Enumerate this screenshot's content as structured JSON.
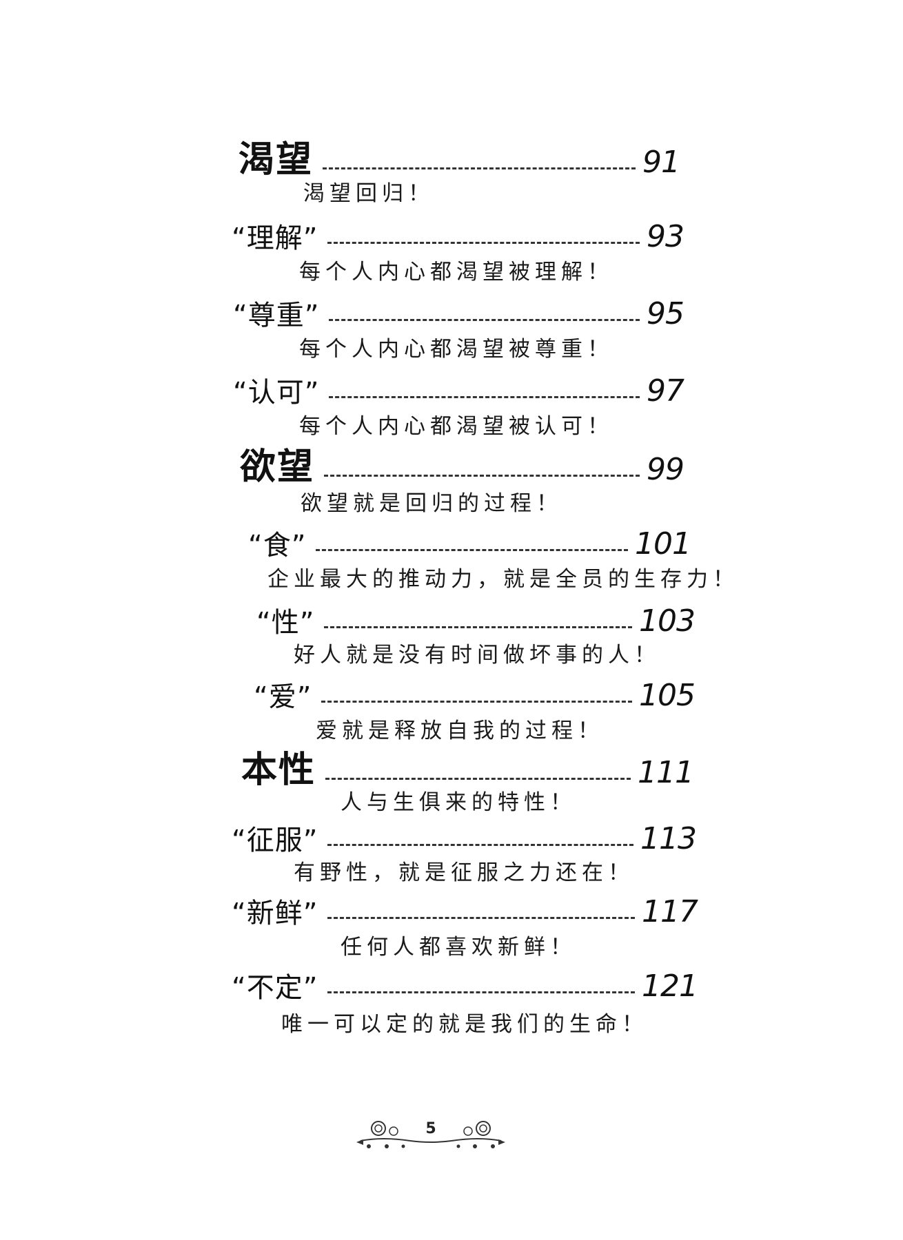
{
  "toc": [
    {
      "title": "渴望",
      "page": "91",
      "subtitle": "渴望回归！"
    },
    {
      "title": "“理解”",
      "page": "93",
      "subtitle": "每个人内心都渴望被理解！"
    },
    {
      "title": "“尊重”",
      "page": "95",
      "subtitle": "每个人内心都渴望被尊重！"
    },
    {
      "title": "“认可”",
      "page": "97",
      "subtitle": "每个人内心都渴望被认可！"
    },
    {
      "title": "欲望",
      "page": "99",
      "subtitle": "欲望就是回归的过程！"
    },
    {
      "title": "“食”",
      "page": "101",
      "subtitle": "企业最大的推动力，就是全员的生存力！"
    },
    {
      "title": "“性”",
      "page": "103",
      "subtitle": "好人就是没有时间做坏事的人！"
    },
    {
      "title": "“爱”",
      "page": "105",
      "subtitle": "爱就是释放自我的过程！"
    },
    {
      "title": "本性",
      "page": "111",
      "subtitle": "人与生俱来的特性！"
    },
    {
      "title": "“征服”",
      "page": "113",
      "subtitle": "有野性，就是征服之力还在！"
    },
    {
      "title": "“新鲜”",
      "page": "117",
      "subtitle": "任何人都喜欢新鲜！"
    },
    {
      "title": "“不定”",
      "page": "121",
      "subtitle": "唯一可以定的就是我们的生命！"
    }
  ],
  "footer": {
    "page_number": "5"
  }
}
